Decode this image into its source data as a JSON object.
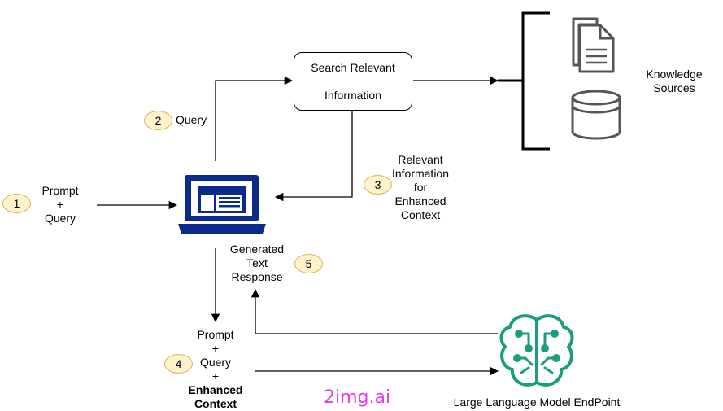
{
  "search_box": {
    "line1": "Search Relevant",
    "line2": "Information"
  },
  "knowledge": {
    "line1": "Knowledge",
    "line2": "Sources"
  },
  "steps": [
    {
      "num": "1",
      "lines": [
        "Prompt",
        "+",
        "Query"
      ]
    },
    {
      "num": "2",
      "lines": [
        "Query"
      ]
    },
    {
      "num": "3",
      "lines": [
        "Relevant",
        "Information",
        "for",
        "Enhanced",
        "Context"
      ]
    },
    {
      "num": "4",
      "lines": [
        "Prompt",
        "+",
        "Query",
        "+",
        "Enhanced",
        "Context"
      ]
    },
    {
      "num": "5",
      "lines": [
        "Generated",
        "Text",
        "Response"
      ]
    }
  ],
  "llm": {
    "label": "Large Language Model EndPoint"
  },
  "watermark": "2img.ai",
  "colors": {
    "badge_fill": "#fff2cc",
    "badge_stroke": "#d6b656",
    "laptop": "#0a2a8c",
    "llm_green": "#1a9e7e",
    "watermark": "#e040e0",
    "icon_gray": "#555555"
  }
}
